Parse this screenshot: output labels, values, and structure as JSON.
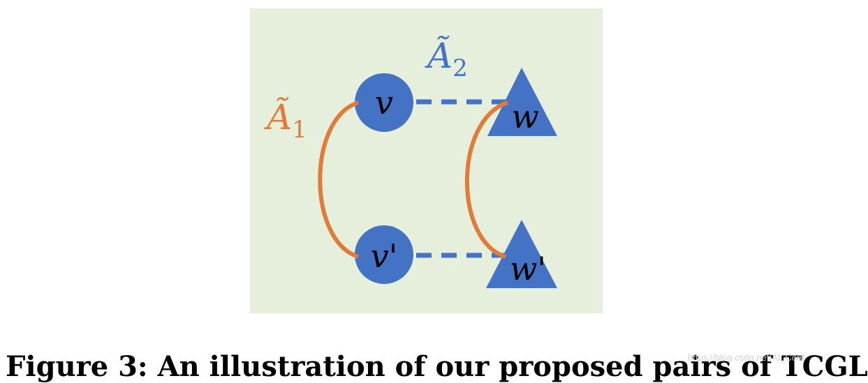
{
  "diagram": {
    "nodes": {
      "v": {
        "label": "v"
      },
      "v_prime": {
        "label": "v'"
      },
      "w": {
        "label": "w"
      },
      "w_prime": {
        "label": "w'"
      }
    },
    "edges": {
      "a1": {
        "symbol": "Ã",
        "subscript": "1"
      },
      "a2": {
        "symbol": "Ã",
        "subscript": "2"
      }
    }
  },
  "caption": "Figure 3: An illustration of our proposed pairs of TCGL",
  "watermark": "https://blog.csdn.net/AI_Conf",
  "colors": {
    "panel": "#e6efdb",
    "node": "#4472c4",
    "edge_a1": "#e07b39",
    "edge_a2": "#4472c4"
  }
}
